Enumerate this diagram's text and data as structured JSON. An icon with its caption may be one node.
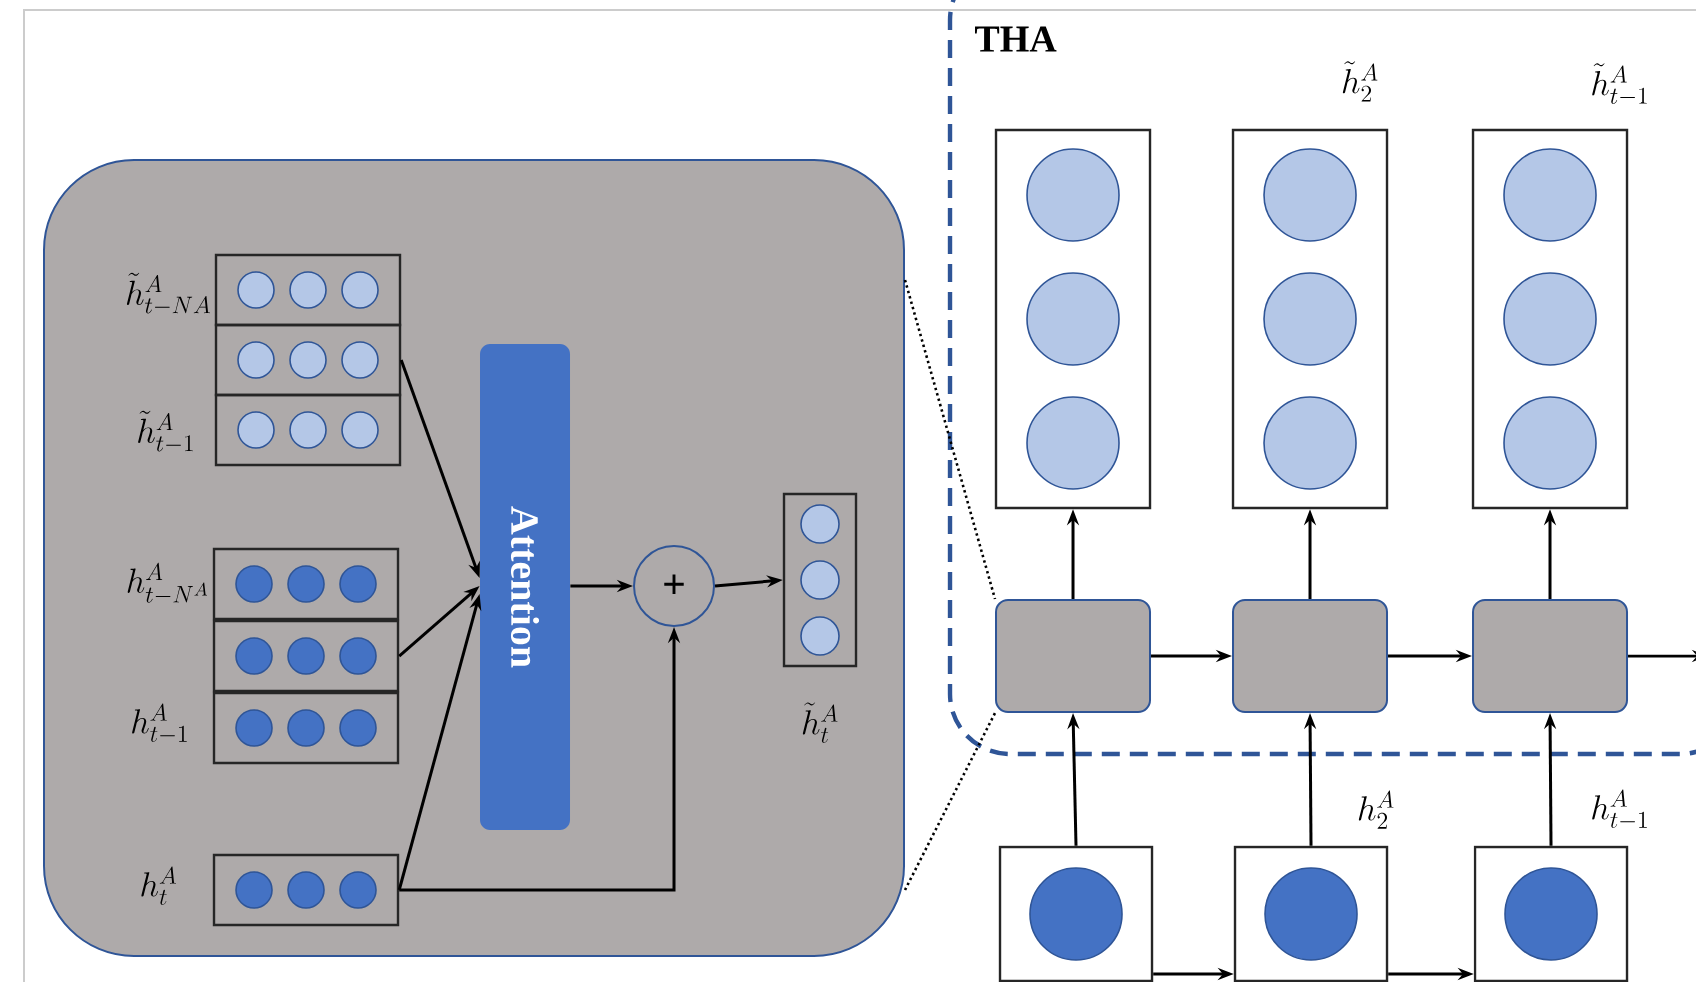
{
  "diagram": {
    "nodes": [
      {
        "text": [],
        "shape": "box"
      },
      {
        "text": [],
        "shape": "box",
        "in": 0,
        "beside": [
          "\\tilde{h}_{t-NA}^{A}"
        ]
      },
      {
        "text": [],
        "shape": "box",
        "in": 0
      },
      {
        "text": [],
        "shape": "box",
        "in": 0,
        "beside": [
          "\\tilde{h}_{t-1}^{A}"
        ]
      },
      {
        "text": [],
        "shape": "box",
        "in": 0,
        "beside": [
          "h_{t-N^{A}}^{A}"
        ]
      },
      {
        "text": [],
        "shape": "box",
        "in": 0
      },
      {
        "text": [],
        "shape": "box",
        "in": 0,
        "beside": [
          "h_{t-1}^{A}"
        ]
      },
      {
        "text": [],
        "shape": "box",
        "in": 0,
        "beside": [
          "h_{t}^{A}"
        ]
      },
      {
        "text": [
          "Attention"
        ],
        "in": 0
      },
      {
        "text": [
          "+"
        ],
        "in": 0
      },
      {
        "text": [],
        "shape": "box",
        "in": 0,
        "beside": [
          "\\tilde{h}_{t}^{A}"
        ]
      },
      {
        "text": [
          "THA"
        ]
      },
      {
        "text": [],
        "shape": "box",
        "in": 11
      },
      {
        "text": [],
        "shape": "box",
        "in": 11,
        "beside": [
          "\\tilde{h}_{2}^{A}"
        ]
      },
      {
        "text": [],
        "shape": "box",
        "in": 11,
        "beside": [
          "\\tilde{h}_{t-1}^{A}"
        ]
      },
      {
        "text": [],
        "shape": "box",
        "in": 11
      },
      {
        "text": [],
        "shape": "box",
        "in": 11
      },
      {
        "text": [],
        "shape": "box",
        "in": 11
      },
      {
        "text": [],
        "shape": "box"
      },
      {
        "text": [],
        "shape": "box"
      },
      {
        "text": [],
        "shape": "box"
      }
    ],
    "edges": [
      {
        "from": 2,
        "to": 8,
        "arrow": "to"
      },
      {
        "from": 5,
        "to": 8,
        "arrow": "to"
      },
      {
        "from": 7,
        "to": 8,
        "arrow": "to"
      },
      {
        "from": 8,
        "to": 9,
        "arrow": "to"
      },
      {
        "from": 7,
        "to": 9,
        "arrow": "to"
      },
      {
        "from": 9,
        "to": 10,
        "arrow": "to"
      },
      {
        "from": 0,
        "to": 15,
        "arrow": "none",
        "style": "dashed"
      },
      {
        "from": 0,
        "to": 15,
        "arrow": "none",
        "style": "dashed"
      },
      {
        "from": 15,
        "to": 12,
        "arrow": "to"
      },
      {
        "from": 16,
        "to": 13,
        "arrow": "to"
      },
      {
        "from": 17,
        "to": 14,
        "arrow": "to"
      },
      {
        "from": 15,
        "to": 16,
        "arrow": "to"
      },
      {
        "from": 16,
        "to": 17,
        "arrow": "to"
      },
      {
        "from": 17,
        "to": null,
        "arrow": "to"
      },
      {
        "from": 18,
        "to": 15,
        "arrow": "to"
      },
      {
        "from": 19,
        "to": 16,
        "arrow": "to",
        "label": "h_{2}^{A}"
      },
      {
        "from": 20,
        "to": 17,
        "arrow": "to",
        "label": "h_{t-1}^{A}"
      },
      {
        "from": 18,
        "to": 19,
        "arrow": "to"
      },
      {
        "from": 19,
        "to": 20,
        "arrow": "to"
      }
    ]
  }
}
